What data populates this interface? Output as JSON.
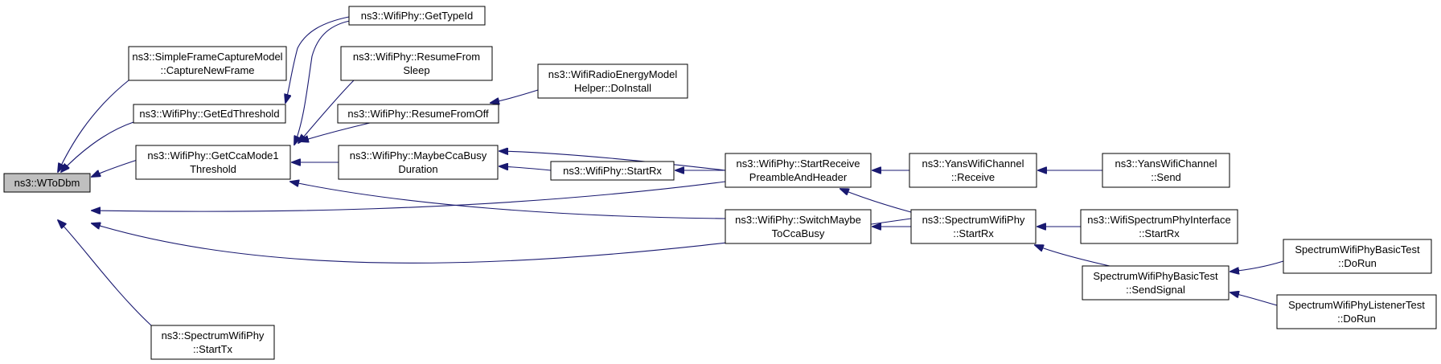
{
  "colors": {
    "edge": "#191970",
    "root_fill": "#bfbfbf",
    "node_fill": "#ffffff",
    "node_border": "#000000"
  },
  "nodes": [
    {
      "id": "wtodbm",
      "lines": [
        "ns3::WToDbm"
      ],
      "root": true
    },
    {
      "id": "sfcm",
      "lines": [
        "ns3::SimpleFrameCaptureModel",
        "::CaptureNewFrame"
      ]
    },
    {
      "id": "getedth",
      "lines": [
        "ns3::WifiPhy::GetEdThreshold"
      ]
    },
    {
      "id": "getcca",
      "lines": [
        "ns3::WifiPhy::GetCcaMode1",
        "Threshold"
      ]
    },
    {
      "id": "sptx",
      "lines": [
        "ns3::SpectrumWifiPhy",
        "::StartTx"
      ]
    },
    {
      "id": "gettypeid",
      "lines": [
        "ns3::WifiPhy::GetTypeId"
      ]
    },
    {
      "id": "resumesleep",
      "lines": [
        "ns3::WifiPhy::ResumeFrom",
        "Sleep"
      ]
    },
    {
      "id": "resumeoff",
      "lines": [
        "ns3::WifiPhy::ResumeFromOff"
      ]
    },
    {
      "id": "maybecca",
      "lines": [
        "ns3::WifiPhy::MaybeCcaBusy",
        "Duration"
      ]
    },
    {
      "id": "switchmaybe",
      "lines": [
        "ns3::WifiPhy::SwitchMaybe",
        "ToCcaBusy"
      ]
    },
    {
      "id": "wrem",
      "lines": [
        "ns3::WifiRadioEnergyModel",
        "Helper::DoInstall"
      ]
    },
    {
      "id": "startrx",
      "lines": [
        "ns3::WifiPhy::StartRx"
      ]
    },
    {
      "id": "startrecv",
      "lines": [
        "ns3::WifiPhy::StartReceive",
        "PreambleAndHeader"
      ]
    },
    {
      "id": "yansrecv",
      "lines": [
        "ns3::YansWifiChannel",
        "::Receive"
      ]
    },
    {
      "id": "spstartrx",
      "lines": [
        "ns3::SpectrumWifiPhy",
        "::StartRx"
      ]
    },
    {
      "id": "wspi",
      "lines": [
        "ns3::WifiSpectrumPhyInterface",
        "::StartRx"
      ]
    },
    {
      "id": "sendsignal",
      "lines": [
        "SpectrumWifiPhyBasicTest",
        "::SendSignal"
      ]
    },
    {
      "id": "yanssend",
      "lines": [
        "ns3::YansWifiChannel",
        "::Send"
      ]
    },
    {
      "id": "basicdorun",
      "lines": [
        "SpectrumWifiPhyBasicTest",
        "::DoRun"
      ]
    },
    {
      "id": "listenerdorun",
      "lines": [
        "SpectrumWifiPhyListenerTest",
        "::DoRun"
      ]
    }
  ],
  "edges": [
    {
      "from": "sfcm",
      "to": "wtodbm"
    },
    {
      "from": "getedth",
      "to": "wtodbm"
    },
    {
      "from": "getcca",
      "to": "wtodbm"
    },
    {
      "from": "startrecv",
      "to": "wtodbm"
    },
    {
      "from": "spstartrx",
      "to": "wtodbm"
    },
    {
      "from": "sptx",
      "to": "wtodbm"
    },
    {
      "from": "gettypeid",
      "to": "getedth"
    },
    {
      "from": "gettypeid",
      "to": "getcca"
    },
    {
      "from": "resumesleep",
      "to": "getcca"
    },
    {
      "from": "resumeoff",
      "to": "getcca"
    },
    {
      "from": "maybecca",
      "to": "getcca"
    },
    {
      "from": "switchmaybe",
      "to": "getcca"
    },
    {
      "from": "wrem",
      "to": "resumeoff"
    },
    {
      "from": "startrecv",
      "to": "maybecca"
    },
    {
      "from": "startrx",
      "to": "maybecca"
    },
    {
      "from": "startrecv",
      "to": "startrx"
    },
    {
      "from": "spstartrx",
      "to": "switchmaybe"
    },
    {
      "from": "yansrecv",
      "to": "startrecv"
    },
    {
      "from": "spstartrx",
      "to": "startrecv"
    },
    {
      "from": "yanssend",
      "to": "yansrecv"
    },
    {
      "from": "wspi",
      "to": "spstartrx"
    },
    {
      "from": "sendsignal",
      "to": "spstartrx"
    },
    {
      "from": "basicdorun",
      "to": "sendsignal"
    },
    {
      "from": "listenerdorun",
      "to": "sendsignal"
    }
  ]
}
